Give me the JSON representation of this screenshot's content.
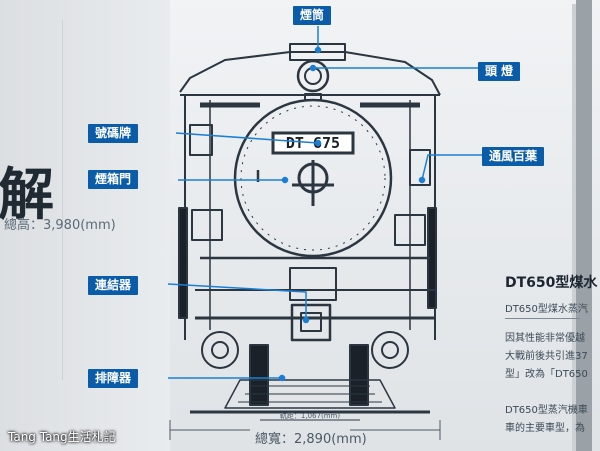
{
  "labels": {
    "chimney": "煙筒",
    "headlight": "頭 燈",
    "number_plate": "號碼牌",
    "smokebox_door": "煙箱門",
    "ventilation_louver": "通風百葉",
    "coupler": "連結器",
    "cowcatcher": "排障器"
  },
  "plate_number": "DT 675",
  "left_heading_char": "解",
  "overall_height": "總高：3,980(mm)",
  "overall_width": "總寬：2,890(mm)",
  "gauge": "軌距：1,067(mm)",
  "side_panel": {
    "title": "DT650型煤水",
    "subtitle": "DT650型煤水蒸汽",
    "lines": [
      "因其性能非常優越",
      "大戰前後共引進37",
      "型」改為「DT650",
      "DT650型蒸汽機車",
      "車的主要車型，為"
    ]
  },
  "watermark": "Tang Tang生活札記",
  "colors": {
    "label_bg": "#0a5ba8",
    "leader": "#1a7fd4",
    "line_art": "#2b3640"
  }
}
